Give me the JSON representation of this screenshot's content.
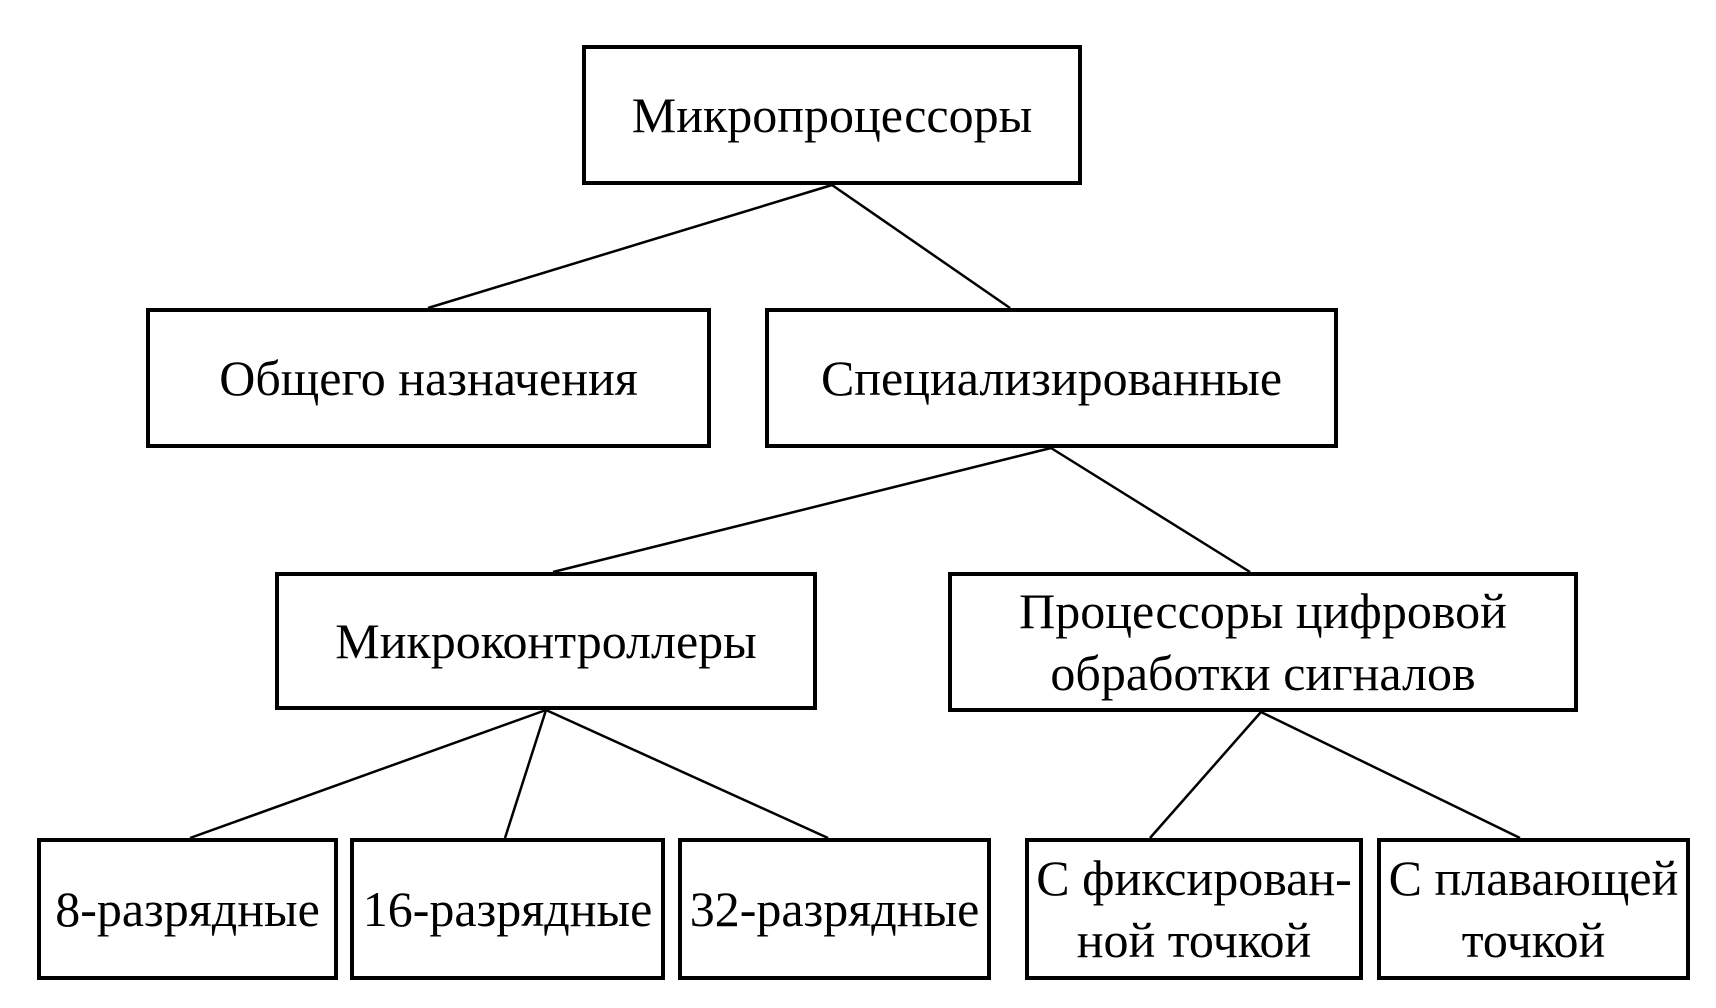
{
  "diagram": {
    "type": "tree",
    "language": "ru",
    "colors": {
      "background": "#ffffff",
      "box_border": "#000000",
      "box_fill": "#ffffff",
      "text": "#000000",
      "connector": "#000000"
    },
    "nodes": {
      "root": {
        "label": "Микропроцессоры"
      },
      "general": {
        "label": "Общего назначения"
      },
      "specialized": {
        "label": "Специализированные"
      },
      "mcu": {
        "label": "Микроконтроллеры"
      },
      "dsp": {
        "lines": [
          "Процессоры цифровой",
          "обработки сигналов"
        ]
      },
      "b8": {
        "label": "8-разрядные"
      },
      "b16": {
        "label": "16-разрядные"
      },
      "b32": {
        "label": "32-разрядные"
      },
      "fixed": {
        "lines": [
          "С фиксирован-",
          "ной точкой"
        ]
      },
      "floating": {
        "lines": [
          "С плавающей",
          "точкой"
        ]
      }
    },
    "edges": [
      {
        "from": "root",
        "to": "general"
      },
      {
        "from": "root",
        "to": "specialized"
      },
      {
        "from": "specialized",
        "to": "mcu"
      },
      {
        "from": "specialized",
        "to": "dsp"
      },
      {
        "from": "mcu",
        "to": "b8"
      },
      {
        "from": "mcu",
        "to": "b16"
      },
      {
        "from": "mcu",
        "to": "b32"
      },
      {
        "from": "dsp",
        "to": "fixed"
      },
      {
        "from": "dsp",
        "to": "floating"
      }
    ]
  }
}
